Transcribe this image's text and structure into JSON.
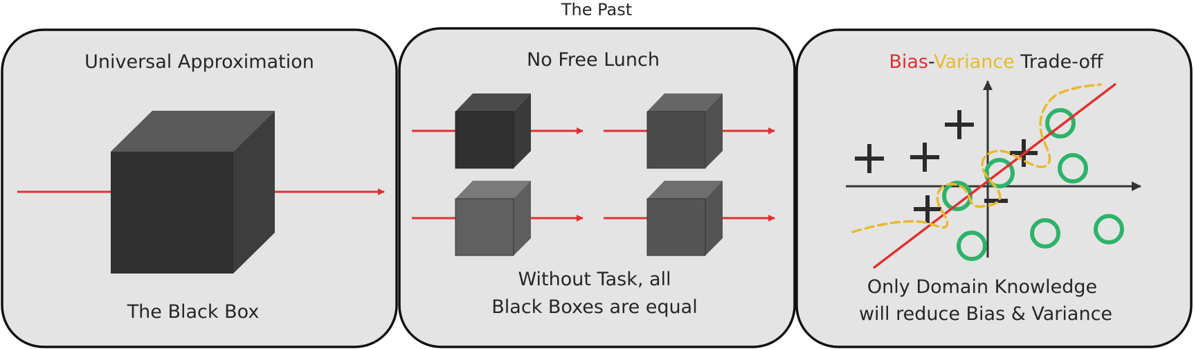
{
  "title": "The Past",
  "panels": {
    "universal": {
      "title": "Universal Approximation",
      "caption": "The Black Box"
    },
    "nofreelunch": {
      "title": "No Free Lunch",
      "caption_line1": "Without Task, all",
      "caption_line2": "Black Boxes are equal"
    },
    "biasvariance": {
      "title_bias": "Bias",
      "title_dash": "-",
      "title_variance": "Variance",
      "title_rest": " Trade-off",
      "caption_line1": "Only Domain Knowledge",
      "caption_line2": "will reduce Bias & Variance"
    }
  },
  "colors": {
    "bias": "#e03030",
    "variance": "#e8b92e",
    "arrow": "#e03030",
    "circle_points": "#2db36a",
    "panel_fill": "#e4e4e4"
  },
  "icons": {
    "cube": "black-box-cube",
    "plus": "plus-marker",
    "circle": "circle-marker"
  }
}
